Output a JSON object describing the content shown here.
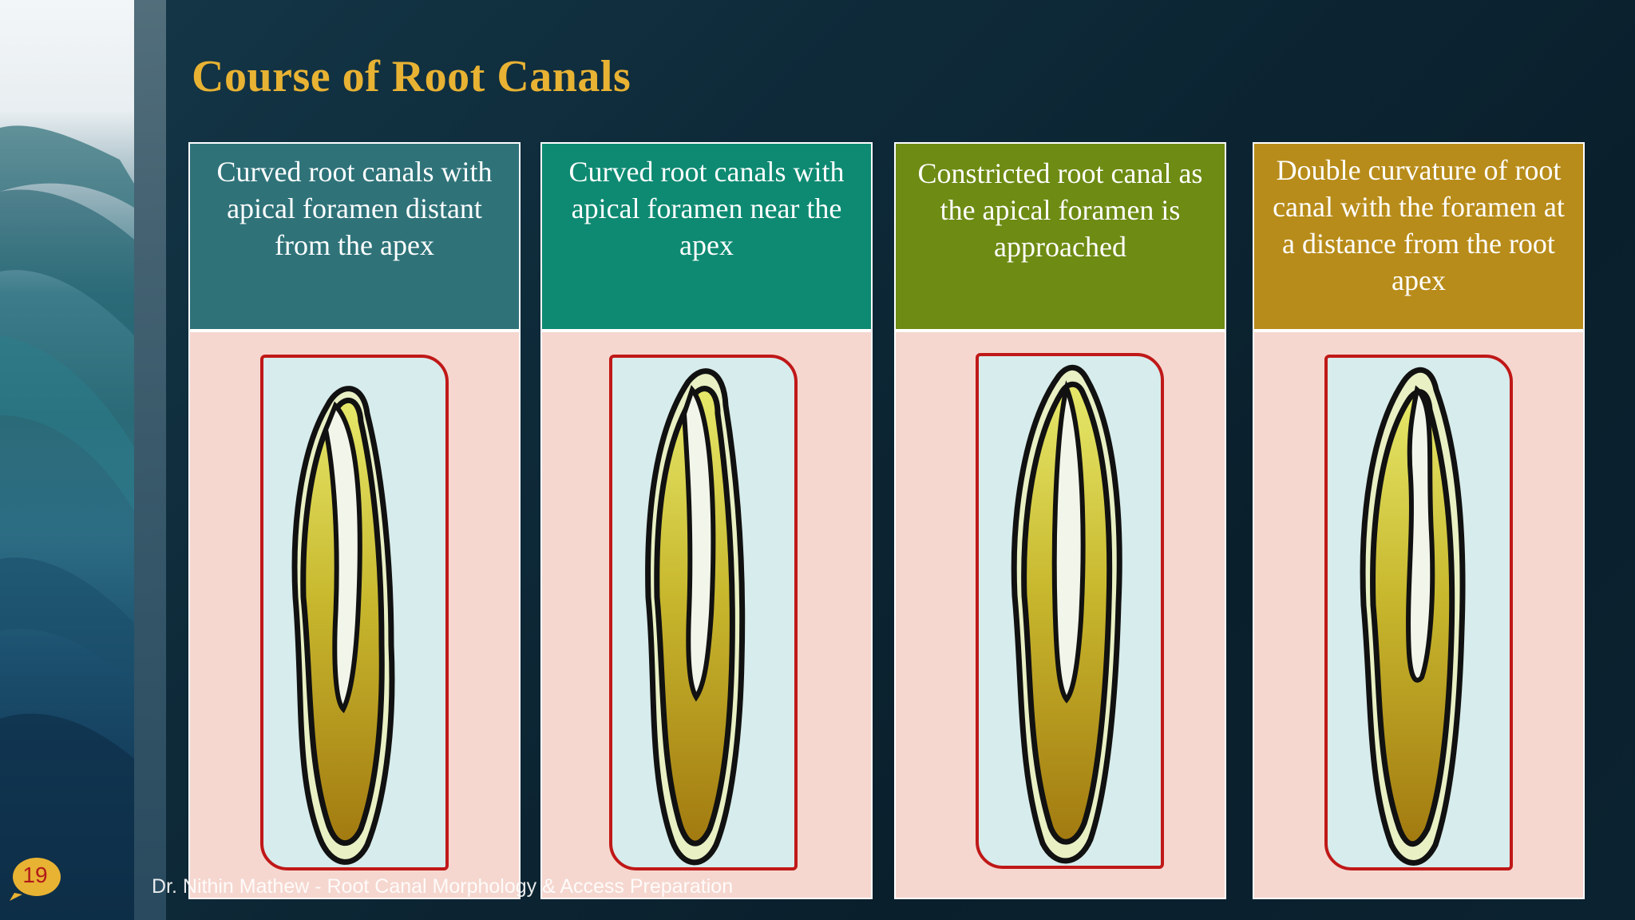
{
  "slide": {
    "title": "Course of Root Canals",
    "number": "19",
    "footer": "Dr. Nithin Mathew - Root Canal Morphology & Access Preparation"
  },
  "panels": [
    {
      "header": "Curved root canals with apical foramen distant from the apex",
      "color": "#2f7379"
    },
    {
      "header": "Curved root canals with apical foramen near the apex",
      "color": "#0e8a72"
    },
    {
      "header": "Constricted root canal as the apical foramen is approached",
      "color": "#6e8b14"
    },
    {
      "header": "Double curvature of root canal with the foramen at a distance from the root apex",
      "color": "#b88c1a"
    }
  ],
  "colors": {
    "title": "#e8b233",
    "frame_border": "#c01818",
    "panel_body": "#f5d7cf"
  }
}
